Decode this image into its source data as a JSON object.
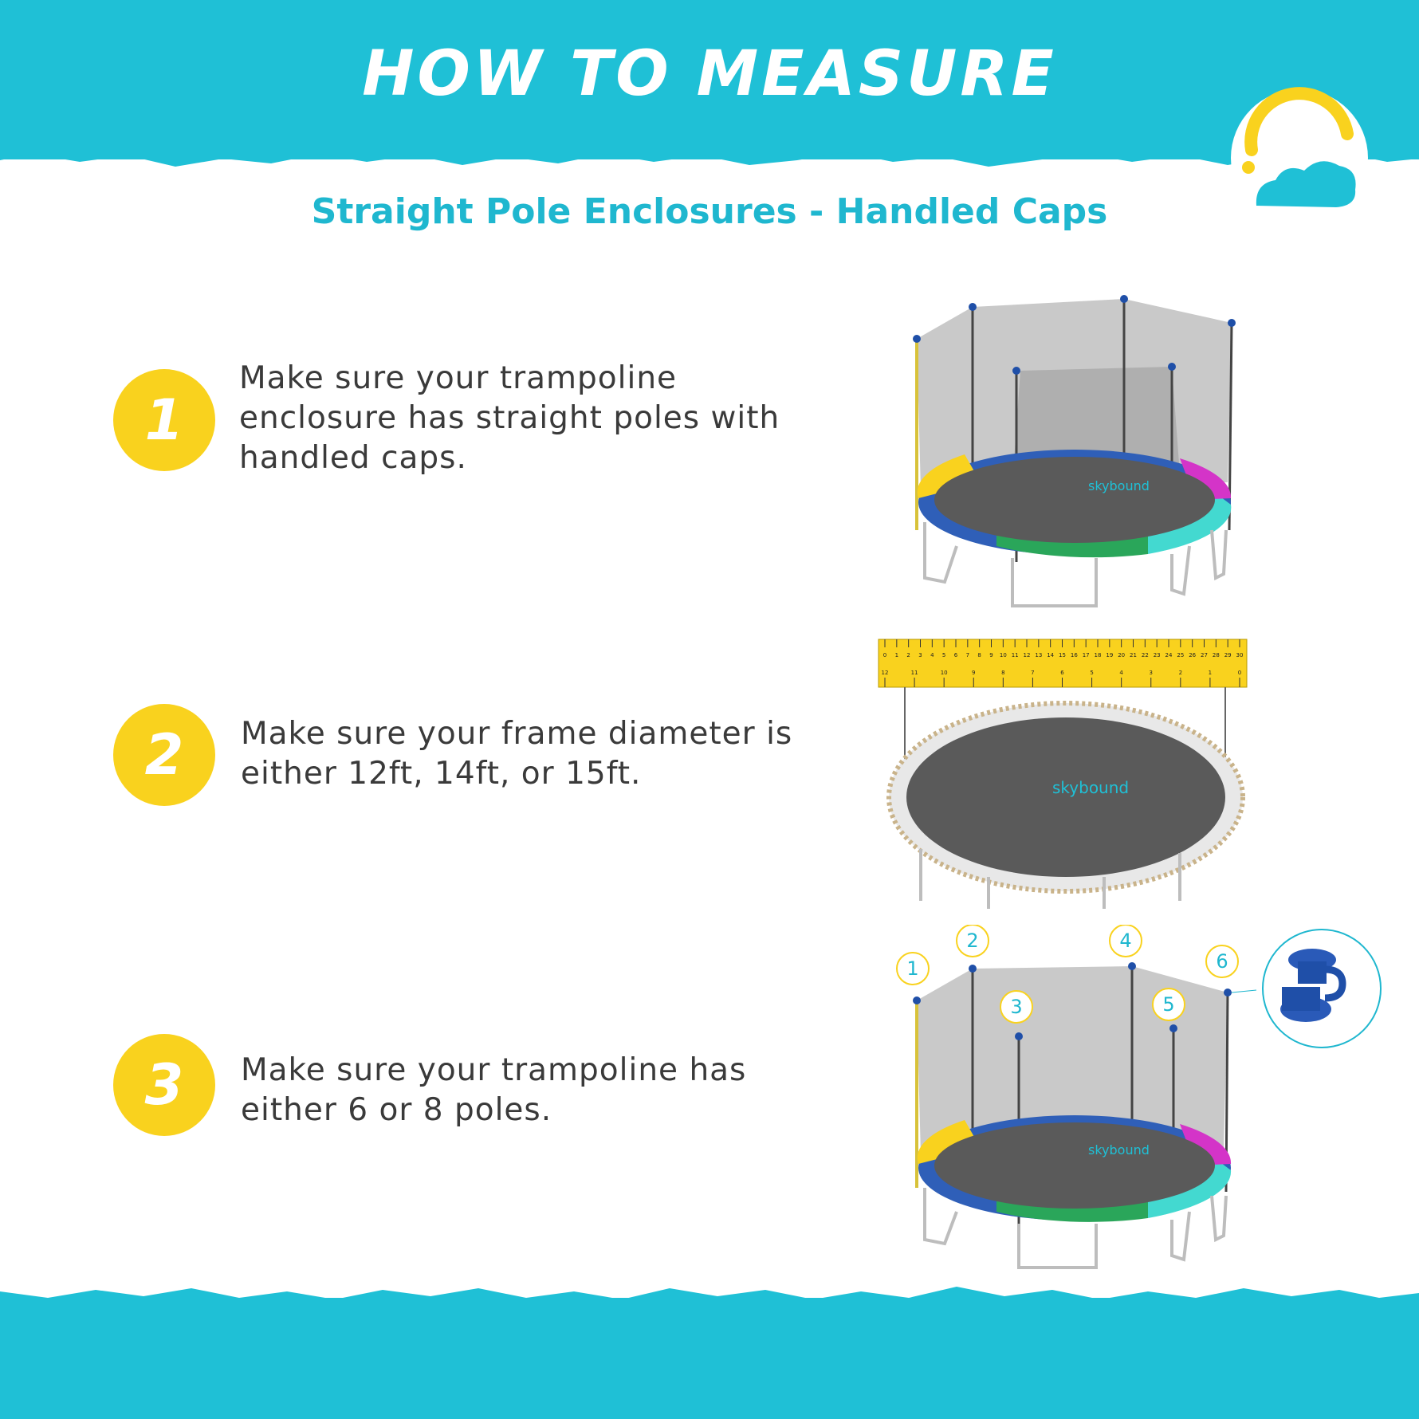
{
  "header": {
    "title": "HOW TO MEASURE"
  },
  "subtitle": "Straight Pole Enclosures - Handled Caps",
  "steps": [
    {
      "number": "1",
      "text": "Make sure your trampoline enclosure has straight poles with handled caps."
    },
    {
      "number": "2",
      "text": "Make sure your frame diameter is either 12ft, 14ft, or 15ft."
    },
    {
      "number": "3",
      "text": "Make sure your trampoline has either 6 or 8 poles."
    }
  ],
  "brand": {
    "mat_logo": "skybound"
  },
  "ruler": {
    "top_ticks": [
      "0",
      "1",
      "2",
      "3",
      "4",
      "5",
      "6",
      "7",
      "8",
      "9",
      "10",
      "11",
      "12",
      "13",
      "14",
      "15",
      "16",
      "17",
      "18",
      "19",
      "20",
      "21",
      "22",
      "23",
      "24",
      "25",
      "26",
      "27",
      "28",
      "29",
      "30"
    ],
    "bottom_ticks": [
      "12",
      "11",
      "10",
      "9",
      "8",
      "7",
      "6",
      "5",
      "4",
      "3",
      "2",
      "1",
      "0"
    ]
  },
  "pole_labels": [
    "1",
    "2",
    "3",
    "4",
    "5",
    "6"
  ],
  "colors": {
    "band": "#1fc0d6",
    "accent_yellow": "#f9d21e",
    "subtitle": "#1fb7cf",
    "text": "#3a3a3a",
    "cap": "#1f4fa8"
  },
  "icons": [
    "brand-logo-icon",
    "handled-cap-icon"
  ]
}
